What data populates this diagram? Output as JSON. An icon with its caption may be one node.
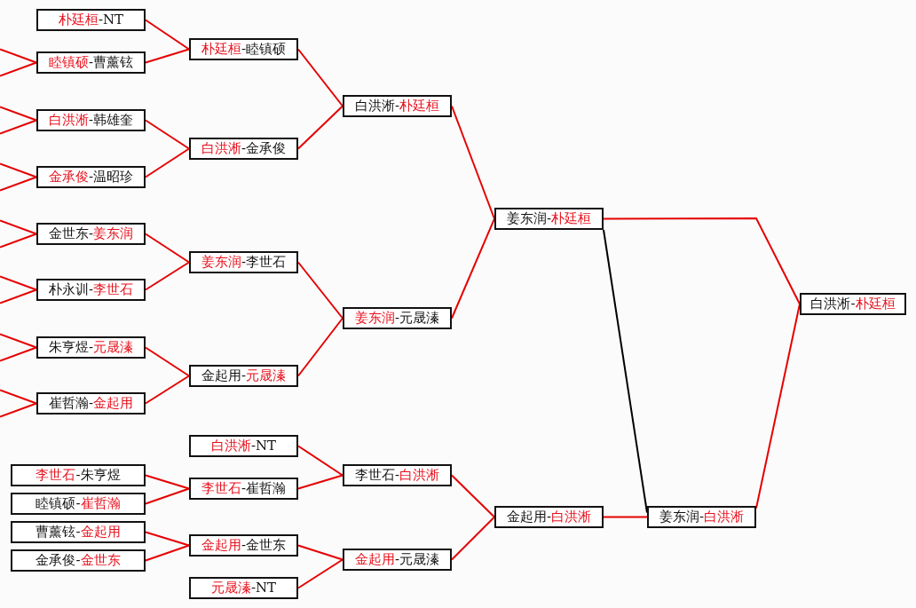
{
  "diagram": {
    "nodes": [
      {
        "text": [
          "**朴廷桓**-NT"
        ]
      },
      {
        "text": [
          "**睦镇硕**-曹薰铉"
        ]
      },
      {
        "text": [
          "**白洪淅**-韩雄奎"
        ]
      },
      {
        "text": [
          "**金承俊**-温昭珍"
        ]
      },
      {
        "text": [
          "金世东-**姜东润**"
        ]
      },
      {
        "text": [
          "朴永训-**李世石**"
        ]
      },
      {
        "text": [
          "朱亨煜-**元晟溱**"
        ]
      },
      {
        "text": [
          "崔哲瀚-**金起用**"
        ]
      },
      {
        "text": [
          "**朴廷桓**-睦镇硕"
        ]
      },
      {
        "text": [
          "**白洪淅**-金承俊"
        ]
      },
      {
        "text": [
          "**姜东润**-李世石"
        ]
      },
      {
        "text": [
          "金起用-**元晟溱**"
        ]
      },
      {
        "text": [
          "白洪淅-**朴廷桓**"
        ]
      },
      {
        "text": [
          "**姜东润**-元晟溱"
        ]
      },
      {
        "text": [
          "姜东润-**朴廷桓**"
        ]
      },
      {
        "text": [
          "白洪淅-**朴廷桓**"
        ]
      },
      {
        "text": [
          "**李世石**-朱亨煜"
        ]
      },
      {
        "text": [
          "睦镇硕-**崔哲瀚**"
        ]
      },
      {
        "text": [
          "曹薰铉-**金起用**"
        ]
      },
      {
        "text": [
          "金承俊-**金世东**"
        ]
      },
      {
        "text": [
          "**白洪淅**-NT"
        ]
      },
      {
        "text": [
          "**李世石**-崔哲瀚"
        ]
      },
      {
        "text": [
          "**金起用**-金世东"
        ]
      },
      {
        "text": [
          "**元晟溱**-NT"
        ]
      },
      {
        "text": [
          "李世石-**白洪淅**"
        ]
      },
      {
        "text": [
          "**金起用**-元晟溱"
        ]
      },
      {
        "text": [
          "金起用-**白洪淅**"
        ]
      },
      {
        "text": [
          "姜东润-**白洪淅**"
        ]
      }
    ],
    "edges": [
      {
        "from": null,
        "to": 1,
        "arrow": "none"
      },
      {
        "from": null,
        "to": 1,
        "arrow": "none"
      },
      {
        "from": null,
        "to": 2,
        "arrow": "none"
      },
      {
        "from": null,
        "to": 2,
        "arrow": "none"
      },
      {
        "from": null,
        "to": 3,
        "arrow": "none"
      },
      {
        "from": null,
        "to": 3,
        "arrow": "none"
      },
      {
        "from": null,
        "to": 4,
        "arrow": "none"
      },
      {
        "from": null,
        "to": 4,
        "arrow": "none"
      },
      {
        "from": null,
        "to": 5,
        "arrow": "none"
      },
      {
        "from": null,
        "to": 5,
        "arrow": "none"
      },
      {
        "from": null,
        "to": 6,
        "arrow": "none"
      },
      {
        "from": null,
        "to": 6,
        "arrow": "none"
      },
      {
        "from": null,
        "to": 7,
        "arrow": "none"
      },
      {
        "from": null,
        "to": 7,
        "arrow": "none"
      },
      {
        "from": 0,
        "to": 8,
        "arrow": "none"
      },
      {
        "from": 1,
        "to": 8,
        "arrow": "none"
      },
      {
        "from": 2,
        "to": 9,
        "arrow": "none"
      },
      {
        "from": 3,
        "to": 9,
        "arrow": "none"
      },
      {
        "from": 4,
        "to": 10,
        "arrow": "none"
      },
      {
        "from": 5,
        "to": 10,
        "arrow": "none"
      },
      {
        "from": 6,
        "to": 11,
        "arrow": "none"
      },
      {
        "from": 7,
        "to": 11,
        "arrow": "none"
      },
      {
        "from": 8,
        "to": 12,
        "arrow": "none"
      },
      {
        "from": 9,
        "to": 12,
        "arrow": "none"
      },
      {
        "from": 10,
        "to": 13,
        "arrow": "none"
      },
      {
        "from": 11,
        "to": 13,
        "arrow": "none"
      },
      {
        "from": 12,
        "to": 14,
        "arrow": "none"
      },
      {
        "from": 13,
        "to": 14,
        "arrow": "none"
      },
      {
        "from": 14,
        "to": 15,
        "arrow": "none"
      },
      {
        "from": 14,
        "to": 27,
        "arrow": "none",
        "color": "#000000"
      },
      {
        "from": 27,
        "to": 15,
        "arrow": "none"
      },
      {
        "from": 16,
        "to": 21,
        "arrow": "none"
      },
      {
        "from": 17,
        "to": 21,
        "arrow": "none"
      },
      {
        "from": 18,
        "to": 22,
        "arrow": "none"
      },
      {
        "from": 19,
        "to": 22,
        "arrow": "none"
      },
      {
        "from": 20,
        "to": 24,
        "arrow": "none"
      },
      {
        "from": 21,
        "to": 24,
        "arrow": "none"
      },
      {
        "from": 22,
        "to": 25,
        "arrow": "none"
      },
      {
        "from": 23,
        "to": 25,
        "arrow": "none"
      },
      {
        "from": 24,
        "to": 26,
        "arrow": "none"
      },
      {
        "from": 25,
        "to": 26,
        "arrow": "none"
      },
      {
        "from": 26,
        "to": 27,
        "arrow": "none"
      }
    ]
  }
}
